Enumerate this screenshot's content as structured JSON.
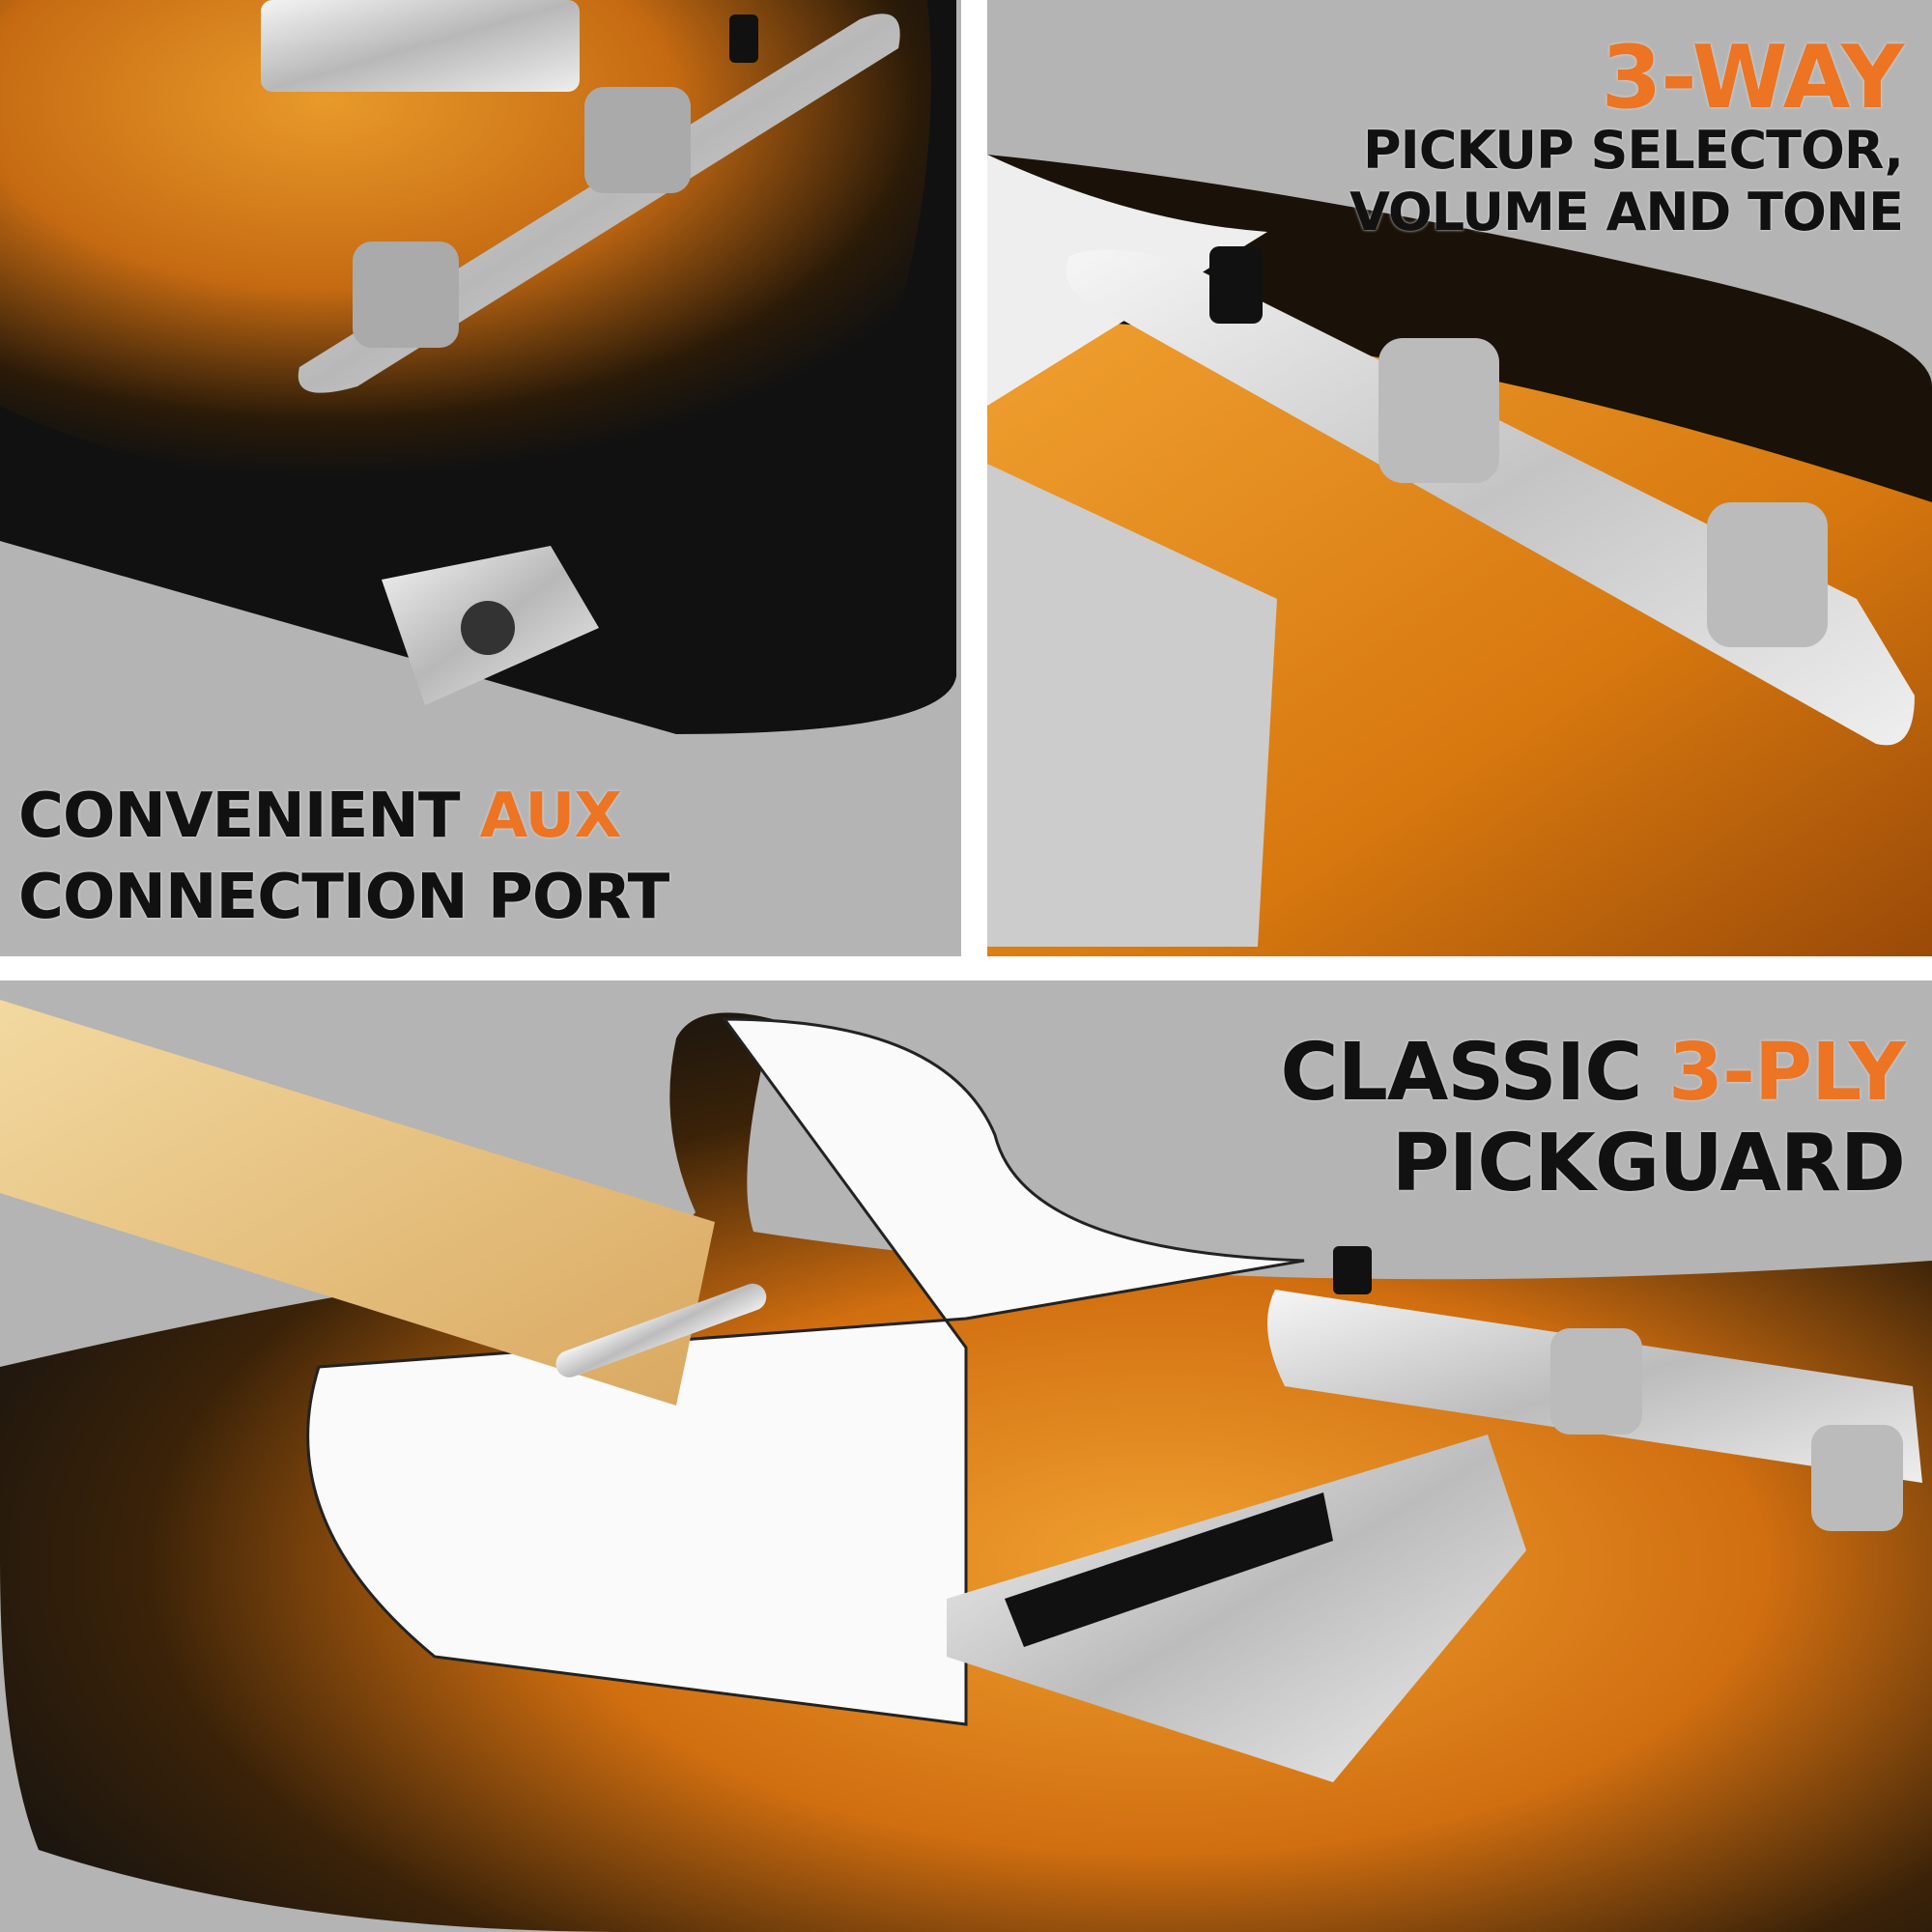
{
  "panels": {
    "aux": {
      "line1_a": "CONVENIENT ",
      "line1_b": "AUX",
      "line2": "CONNECTION PORT"
    },
    "selector": {
      "headline": "3-WAY",
      "line1": "PICKUP SELECTOR,",
      "line2": "VOLUME AND TONE"
    },
    "pickguard": {
      "line1_a": "CLASSIC ",
      "line1_b": "3-PLY",
      "line2": "PICKGUARD"
    }
  },
  "colors": {
    "accent": "#ec7423",
    "text": "#111111",
    "background": "#b4b4b4",
    "sunburst_center": "#e08a1e",
    "sunburst_edge": "#1a1208"
  }
}
